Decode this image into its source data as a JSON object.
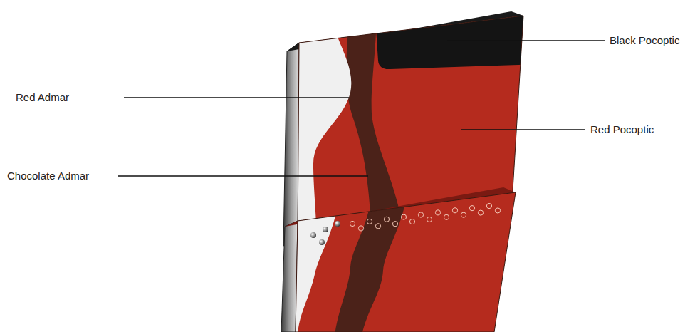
{
  "diagram": {
    "labels": [
      "Black Pocoptic",
      "Red Admar",
      "Red Pocoptic",
      "Chocolate Admar"
    ]
  }
}
